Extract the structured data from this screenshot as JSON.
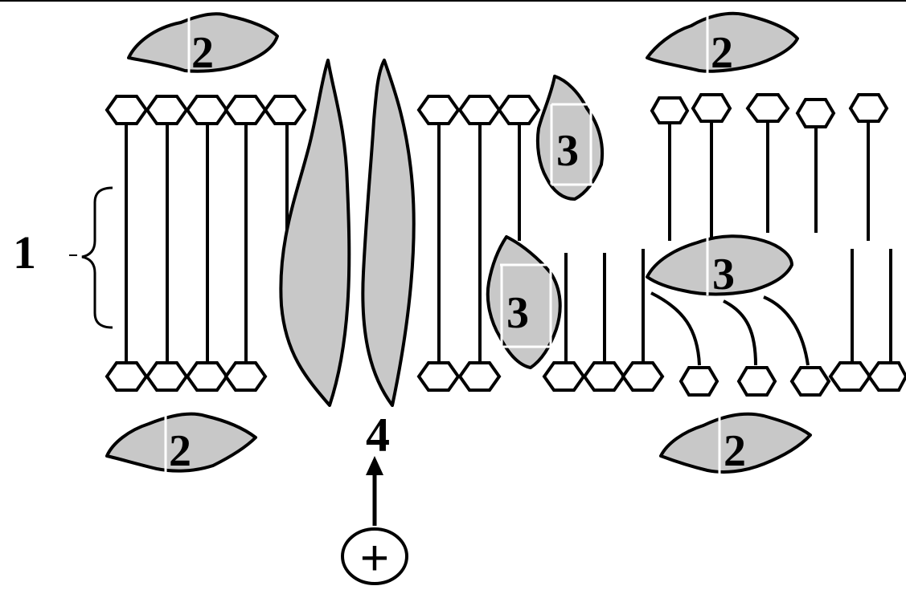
{
  "labels": {
    "membrane": "1",
    "peripheral_protein": "2",
    "integral_protein": "3",
    "channel_protein": "4",
    "charge": "+"
  },
  "colors": {
    "protein_fill": "#c8c8c8",
    "outline": "#000000",
    "background": "#ffffff"
  }
}
